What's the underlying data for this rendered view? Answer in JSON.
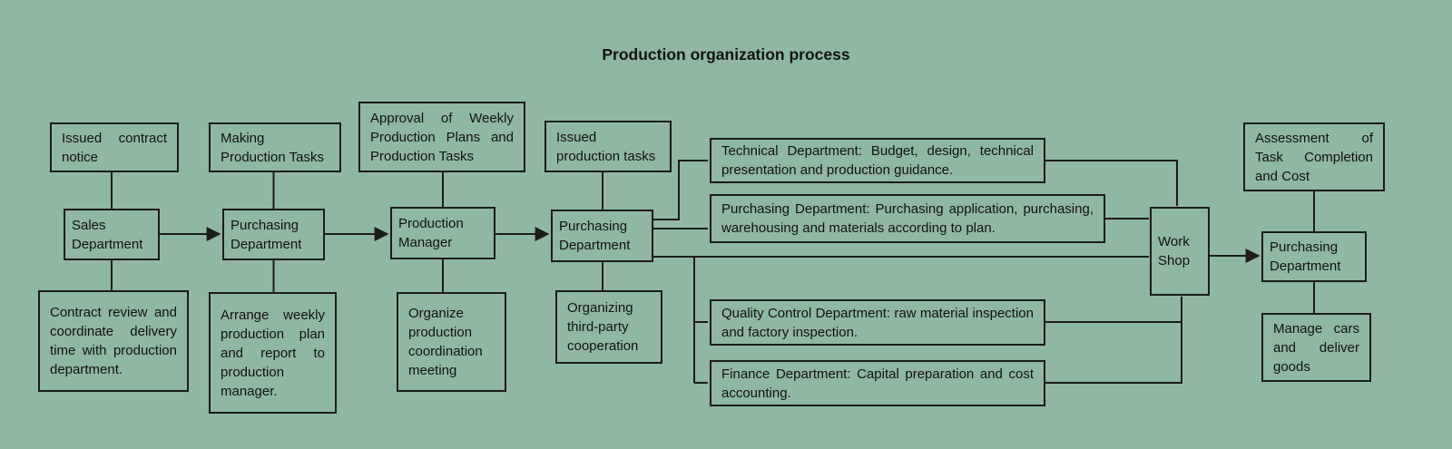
{
  "title": "Production organization process",
  "colors": {
    "background": "#90b7a1",
    "line": "#1c1c1c",
    "text": "#111111"
  },
  "boxes": {
    "issued_contract_notice": "Issued contract notice",
    "making_production_tasks": "Making Production Tasks",
    "approval_weekly": "Approval of Weekly Production Plans and Production Tasks",
    "issued_production_tasks": "Issued production tasks",
    "assessment": "Assessment of Task Completion and Cost",
    "sales_department": "Sales Department",
    "purchasing_department_1": "Purchasing Department",
    "production_manager": "Production Manager",
    "purchasing_department_2": "Purchasing Department",
    "work_shop": "Work Shop",
    "purchasing_department_3": "Purchasing Department",
    "contract_review": "Contract review and coordinate delivery time with production department.",
    "arrange_weekly": "Arrange weekly production plan and report to production manager.",
    "organize_meeting": "Organize production coordination meeting",
    "third_party": "Organizing third-party cooperation",
    "technical_department": "Technical Department: Budget, design, technical presentation and production guidance.",
    "purchasing_department_plan": "Purchasing Department: Purchasing application, purchasing, warehousing and materials according to plan.",
    "quality_control": "Quality Control Department: raw material inspection and factory inspection.",
    "finance_department": "Finance Department: Capital preparation and cost accounting.",
    "manage_cars": "Manage cars and deliver goods"
  }
}
